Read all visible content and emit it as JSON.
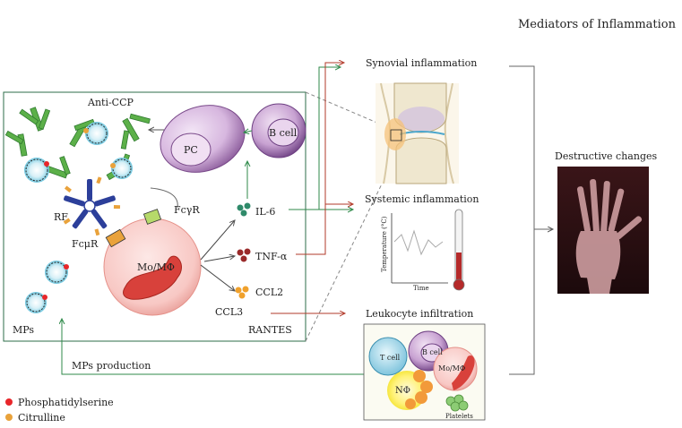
{
  "title": "Mediators of Inflammation",
  "labels": {
    "anti_ccp": "Anti-CCP",
    "pc": "PC",
    "b_cell": "B cell",
    "rf": "RF",
    "fcmur": "FcμR",
    "fcgr": "FcγR",
    "mo_mphi": "Mo/MΦ",
    "il6": "IL-6",
    "tnf": "TNF-α",
    "ccl2": "CCL2",
    "ccl3": "CCL3",
    "rantes": "RANTES",
    "mps": "MPs",
    "mps_production": "MPs production",
    "synovial": "Synovial inflammation",
    "systemic": "Systemic inflammation",
    "leukocyte": "Leukocyte infiltration",
    "destructive": "Destructive changes",
    "t_cell": "T cell",
    "b_cell_small": "B cell",
    "mo_mphi_small": "Mo/MΦ",
    "nphi": "NΦ",
    "platelets": "Platelets",
    "temperature": "Temperature (°C)",
    "time": "Time"
  },
  "legend": [
    {
      "label": "Phosphatidylserine",
      "color": "#e8262a"
    },
    {
      "label": "Citrulline",
      "color": "#e9a23b"
    }
  ],
  "colors": {
    "green_arrow": "#2f8a4a",
    "red_arrow": "#b23a2a",
    "antibody_green": "#4aa040",
    "antibody_blue": "#2c3f9a",
    "cell_purple": "#8a5a9a",
    "macrophage_red": "#d8413b"
  }
}
